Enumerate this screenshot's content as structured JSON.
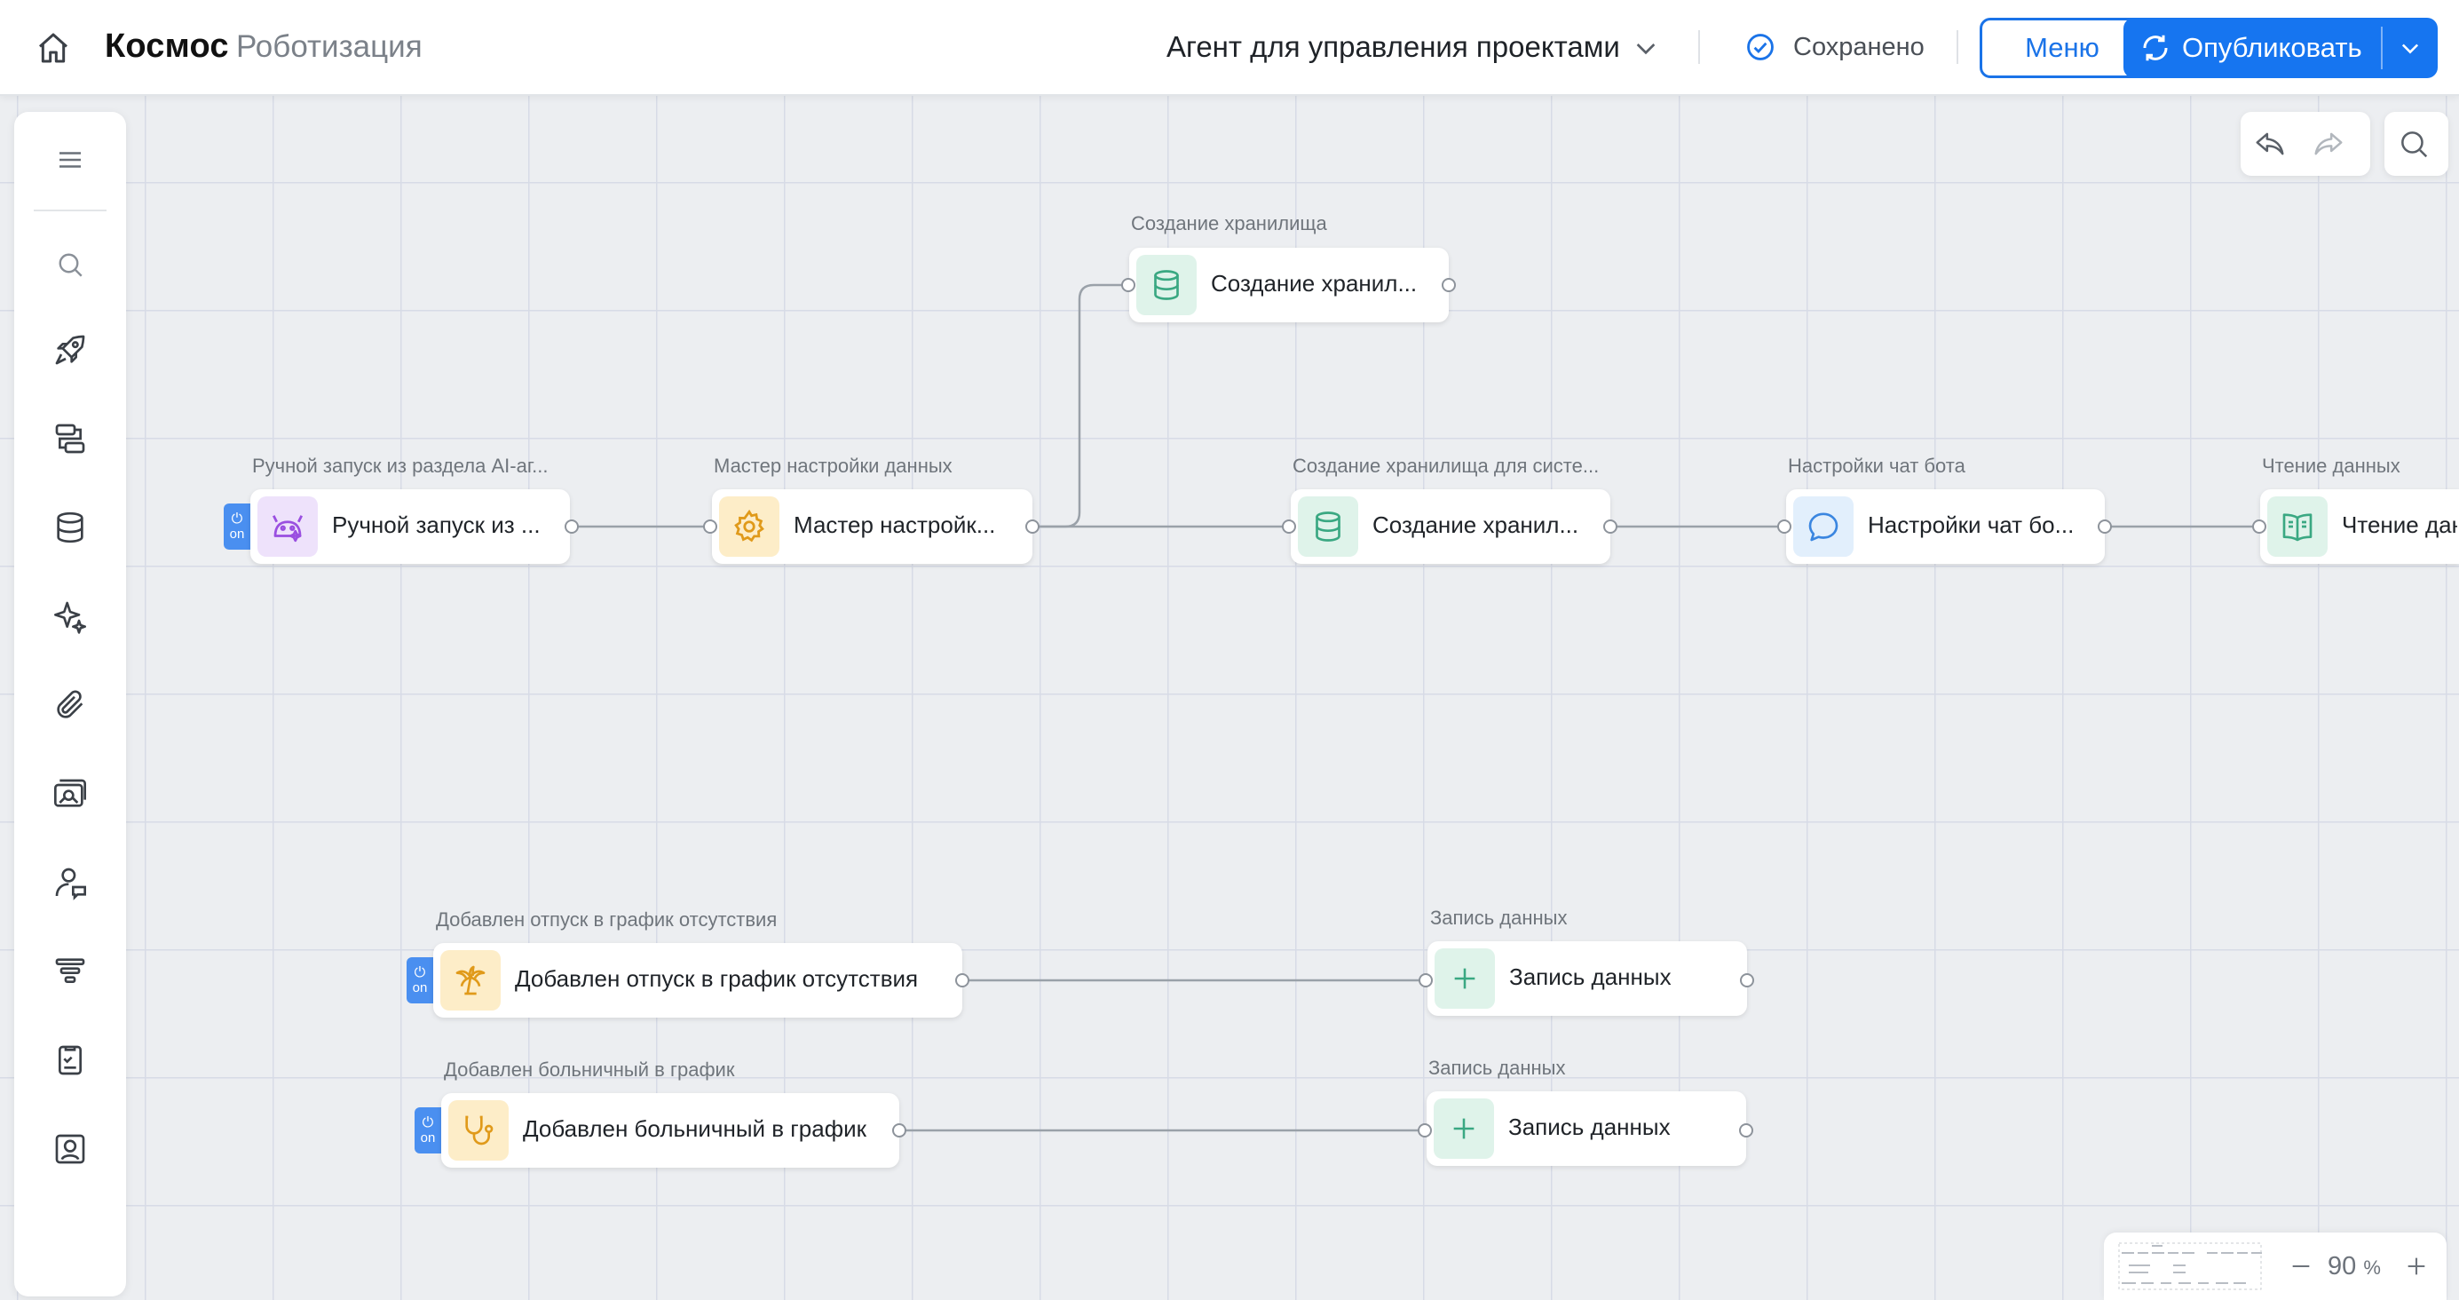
{
  "header": {
    "brand": "Космос",
    "brand_sub": "Роботизация",
    "agent_title": "Агент для управления проектами",
    "saved_text": "Сохранено",
    "menu_label": "Меню",
    "publish_label": "Опубликовать"
  },
  "sidebar": {
    "items": [
      "menu-icon",
      "search-icon",
      "rocket-icon",
      "flows-icon",
      "database-icon",
      "sparkles-icon",
      "paperclip-icon",
      "gallery-icon",
      "users-chat-icon",
      "filter-icon",
      "checklist-icon",
      "contact-card-icon"
    ]
  },
  "zoom": {
    "value": "90",
    "unit": "%"
  },
  "nodes": {
    "manual_run": {
      "caption": "Ручной запуск из раздела AI-аг...",
      "label": "Ручной запуск из ...",
      "icon": "robot-icon",
      "toggle": "on"
    },
    "data_wizard": {
      "caption": "Мастер настройки данных",
      "label": "Мастер настройк...",
      "icon": "gear-icon"
    },
    "storage_top": {
      "caption": "Создание хранилища",
      "label": "Создание хранил...",
      "icon": "database-icon"
    },
    "storage_sys": {
      "caption": "Создание хранилища для систе...",
      "label": "Создание хранил...",
      "icon": "database-icon"
    },
    "chatbot": {
      "caption": "Настройки чат бота",
      "label": "Настройки чат бо...",
      "icon": "chat-icon"
    },
    "read_data": {
      "caption": "Чтение данных",
      "label": "Чтение дан",
      "icon": "book-icon"
    },
    "vacation": {
      "caption": "Добавлен отпуск в график отсутствия",
      "label": "Добавлен отпуск в график отсутствия",
      "icon": "palm-icon",
      "toggle": "on"
    },
    "write_data_1": {
      "caption": "Запись данных",
      "label": "Запись данных",
      "icon": "plus-icon"
    },
    "sick": {
      "caption": "Добавлен больничный в график",
      "label": "Добавлен больничный в график",
      "icon": "stethoscope-icon",
      "toggle": "on"
    },
    "write_data_2": {
      "caption": "Запись данных",
      "label": "Запись данных",
      "icon": "plus-icon"
    }
  },
  "colors": {
    "accent": "#1675f0",
    "icon_purple": "#9a4fe0",
    "icon_orange": "#e09a1a",
    "icon_green": "#3aa882",
    "icon_blue": "#3a86e0"
  }
}
